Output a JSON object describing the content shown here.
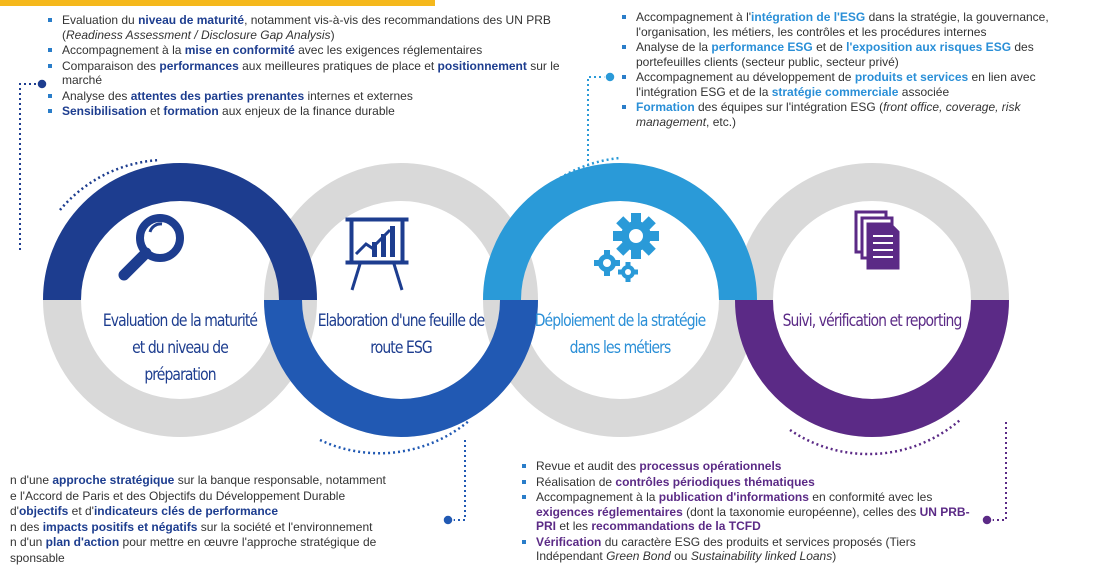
{
  "steps": [
    {
      "label_lines": [
        "Evaluation de la maturité",
        "et du niveau de",
        "préparation"
      ],
      "icon": "magnifier-icon",
      "color": "#1d3d8f"
    },
    {
      "label_lines": [
        "Elaboration d'une feuille de",
        "route ESG"
      ],
      "icon": "presentation-chart-icon",
      "color": "#2159b3"
    },
    {
      "label_lines": [
        "Déploiement de la stratégie",
        "dans les métiers"
      ],
      "icon": "gears-icon",
      "color": "#2a9ad8"
    },
    {
      "label_lines": [
        "Suivi, vérification et reporting"
      ],
      "icon": "documents-icon",
      "color": "#5b2a86"
    }
  ],
  "panel_top_left": {
    "items": [
      [
        {
          "t": "Evaluation du "
        },
        {
          "t": "niveau de maturité",
          "s": "b1"
        },
        {
          "t": ", notamment vis-à-vis des recommandations des UN PRB ("
        },
        {
          "t": "Readiness Assessment / Disclosure Gap Analysis",
          "s": "i"
        },
        {
          "t": ")"
        }
      ],
      [
        {
          "t": "Accompagnement à la "
        },
        {
          "t": "mise en conformité",
          "s": "b1"
        },
        {
          "t": " avec les exigences réglementaires"
        }
      ],
      [
        {
          "t": "Comparaison des "
        },
        {
          "t": "performances",
          "s": "b1"
        },
        {
          "t": " aux meilleures pratiques de place et "
        },
        {
          "t": "positionnement",
          "s": "b1"
        },
        {
          "t": " sur le marché"
        }
      ],
      [
        {
          "t": "Analyse des "
        },
        {
          "t": "attentes des parties prenantes",
          "s": "b1"
        },
        {
          "t": " internes et externes"
        }
      ],
      [
        {
          "t": "Sensibilisation",
          "s": "b1"
        },
        {
          "t": " et "
        },
        {
          "t": "formation",
          "s": "b1"
        },
        {
          "t": " aux enjeux de la finance durable"
        }
      ]
    ]
  },
  "panel_top_right": {
    "items": [
      [
        {
          "t": "Accompagnement à l'"
        },
        {
          "t": "intégration de l'ESG",
          "s": "b2"
        },
        {
          "t": " dans la stratégie, la gouvernance, l'organisation, les métiers, les contrôles et les procédures internes"
        }
      ],
      [
        {
          "t": "Analyse de la "
        },
        {
          "t": "performance ESG",
          "s": "b2"
        },
        {
          "t": " et de "
        },
        {
          "t": "l'exposition aux risques ESG",
          "s": "b2"
        },
        {
          "t": " des portefeuilles clients (secteur public, secteur privé)"
        }
      ],
      [
        {
          "t": "Accompagnement au développement de "
        },
        {
          "t": "produits et services",
          "s": "b2"
        },
        {
          "t": " en lien avec l'intégration ESG et de la "
        },
        {
          "t": "stratégie commerciale",
          "s": "b2"
        },
        {
          "t": " associée"
        }
      ],
      [
        {
          "t": "Formation",
          "s": "b2"
        },
        {
          "t": " des équipes sur l'intégration ESG ("
        },
        {
          "t": "front office, coverage, risk management",
          "s": "i"
        },
        {
          "t": ", etc.)"
        }
      ]
    ]
  },
  "panel_bottom_left": {
    "items": [
      [
        {
          "t": "n d'une "
        },
        {
          "t": "approche stratégique",
          "s": "b1"
        },
        {
          "t": " sur la banque responsable, notamment"
        }
      ],
      [
        {
          "t": "e l'Accord de Paris et des Objectifs du Développement Durable"
        }
      ],
      [
        {
          "t": "d'"
        },
        {
          "t": "objectifs",
          "s": "b1"
        },
        {
          "t": " et d'"
        },
        {
          "t": "indicateurs clés de performance",
          "s": "b1"
        }
      ],
      [
        {
          "t": "n des "
        },
        {
          "t": "impacts positifs et négatifs",
          "s": "b1"
        },
        {
          "t": " sur la société et l'environnement"
        }
      ],
      [
        {
          "t": "n d'un "
        },
        {
          "t": "plan d'action",
          "s": "b1"
        },
        {
          "t": " pour mettre en œuvre l'approche stratégique de"
        }
      ],
      [
        {
          "t": "sponsable"
        }
      ]
    ]
  },
  "panel_bottom_right": {
    "items": [
      [
        {
          "t": "Revue et audit des "
        },
        {
          "t": "processus opérationnels",
          "s": "b3"
        }
      ],
      [
        {
          "t": "Réalisation de "
        },
        {
          "t": "contrôles périodiques thématiques",
          "s": "b3"
        }
      ],
      [
        {
          "t": "Accompagnement à la "
        },
        {
          "t": "publication d'informations",
          "s": "b3"
        },
        {
          "t": " en conformité avec les "
        },
        {
          "t": "exigences réglementaires",
          "s": "b3"
        },
        {
          "t": " (dont la taxonomie européenne), celles des "
        },
        {
          "t": "UN PRB-PRI",
          "s": "b3"
        },
        {
          "t": " et les "
        },
        {
          "t": "recommandations de la TCFD",
          "s": "b3"
        }
      ],
      [
        {
          "t": "Vérification",
          "s": "b3"
        },
        {
          "t": " du caractère ESG des produits et services proposés (Tiers Indépendant "
        },
        {
          "t": "Green Bond",
          "s": "i"
        },
        {
          "t": " ou "
        },
        {
          "t": "Sustainability linked Loans",
          "s": "i"
        },
        {
          "t": ")"
        }
      ]
    ]
  }
}
